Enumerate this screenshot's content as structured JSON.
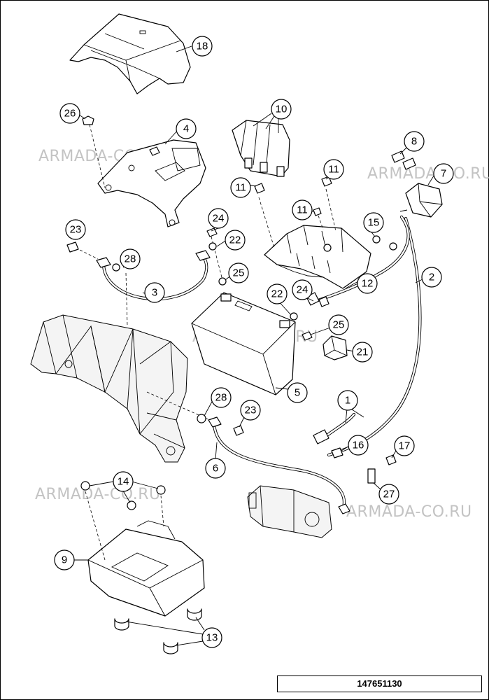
{
  "diagram": {
    "reference_number": "147651130",
    "watermark_text": "ARMADA-CO.RU",
    "callouts": [
      {
        "id": "c18",
        "label": "18"
      },
      {
        "id": "c26",
        "label": "26"
      },
      {
        "id": "c4",
        "label": "4"
      },
      {
        "id": "c10",
        "label": "10"
      },
      {
        "id": "c8",
        "label": "8"
      },
      {
        "id": "c7",
        "label": "7"
      },
      {
        "id": "c11a",
        "label": "11"
      },
      {
        "id": "c11b",
        "label": "11"
      },
      {
        "id": "c11c",
        "label": "11"
      },
      {
        "id": "c15",
        "label": "15"
      },
      {
        "id": "c23a",
        "label": "23"
      },
      {
        "id": "c24a",
        "label": "24"
      },
      {
        "id": "c22a",
        "label": "22"
      },
      {
        "id": "c28a",
        "label": "28"
      },
      {
        "id": "c25a",
        "label": "25"
      },
      {
        "id": "c3",
        "label": "3"
      },
      {
        "id": "c2",
        "label": "2"
      },
      {
        "id": "c12",
        "label": "12"
      },
      {
        "id": "c22b",
        "label": "22"
      },
      {
        "id": "c24b",
        "label": "24"
      },
      {
        "id": "c25b",
        "label": "25"
      },
      {
        "id": "c21",
        "label": "21"
      },
      {
        "id": "c5",
        "label": "5"
      },
      {
        "id": "c28b",
        "label": "28"
      },
      {
        "id": "c23b",
        "label": "23"
      },
      {
        "id": "c1",
        "label": "1"
      },
      {
        "id": "c16",
        "label": "16"
      },
      {
        "id": "c17",
        "label": "17"
      },
      {
        "id": "c6",
        "label": "6"
      },
      {
        "id": "c14",
        "label": "14"
      },
      {
        "id": "c27",
        "label": "27"
      },
      {
        "id": "c9",
        "label": "9"
      },
      {
        "id": "c13",
        "label": "13"
      }
    ]
  }
}
